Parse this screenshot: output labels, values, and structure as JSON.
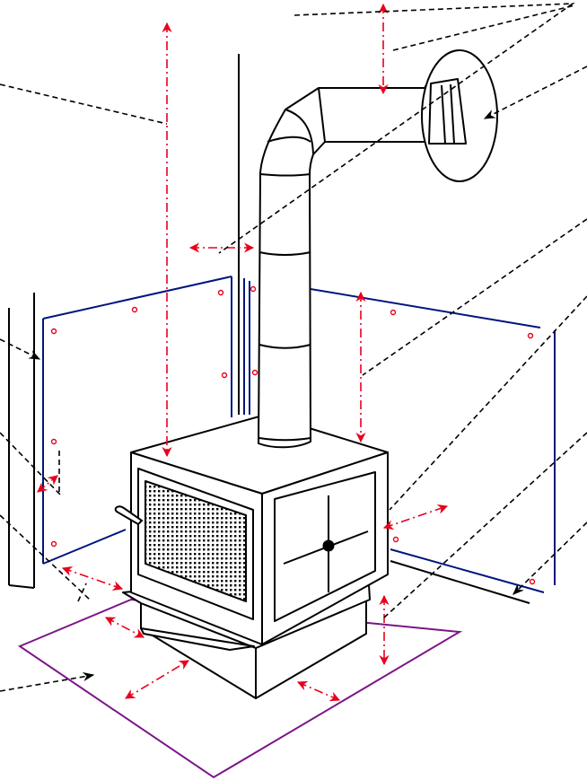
{
  "diagram": {
    "subject": "wood-stove-installation-clearances",
    "colors": {
      "outline": "#000000",
      "leader": "#000000",
      "clearance": "#e8001c",
      "shield": "#00157f",
      "floor_protector": "#7b1587",
      "background": "#ffffff"
    },
    "icons": [
      "stove-body",
      "stove-door-grille",
      "stove-handle",
      "side-vent-panel",
      "chimney-connector",
      "wall-thimble",
      "heat-shield",
      "floor-protector"
    ]
  }
}
